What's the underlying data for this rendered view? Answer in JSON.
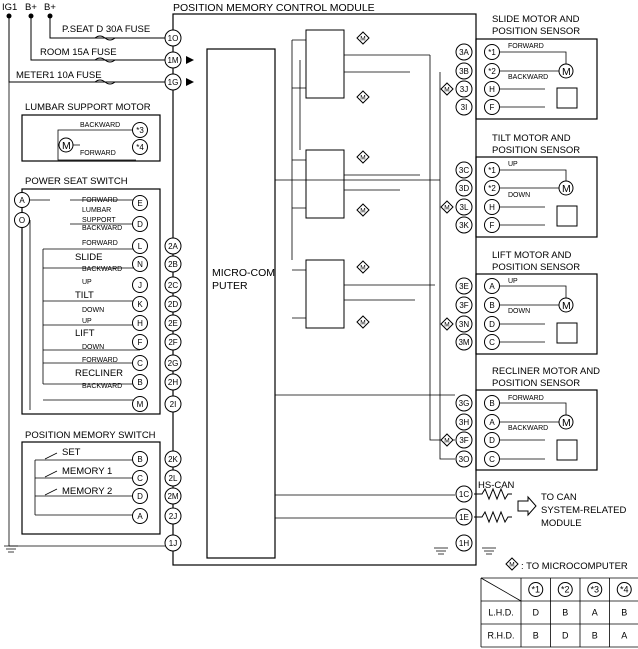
{
  "control_module": {
    "title": "POSITION MEMORY CONTROL MODULE",
    "microcomputer_lines": [
      "MICRO-COM",
      "PUTER"
    ]
  },
  "supply": {
    "ig1": "IG1",
    "b1": "B+",
    "b2": "B+",
    "fuse_pseat": "P.SEAT D 30A FUSE",
    "fuse_room": "ROOM 15A FUSE",
    "fuse_meter": "METER1 10A FUSE"
  },
  "lumbar_motor": {
    "title": "LUMBAR SUPPORT MOTOR",
    "backward": "BACKWARD",
    "forward": "FORWARD"
  },
  "power_seat_switch": {
    "title": "POWER SEAT SWITCH",
    "lumbar_forward": "FORWARD",
    "lumbar": "LUMBAR",
    "support": "SUPPORT",
    "lumbar_backward": "BACKWARD",
    "slide_forward": "FORWARD",
    "slide": "SLIDE",
    "slide_backward": "BACKWARD",
    "tilt_up": "UP",
    "tilt": "TILT",
    "tilt_down": "DOWN",
    "lift_up": "UP",
    "lift": "LIFT",
    "lift_down": "DOWN",
    "recliner_forward": "FORWARD",
    "recliner": "RECLINER",
    "recliner_backward": "BACKWARD"
  },
  "memory_switch": {
    "title": "POSITION MEMORY SWITCH",
    "set": "SET",
    "memory1": "MEMORY 1",
    "memory2": "MEMORY 2"
  },
  "motors": {
    "slide": {
      "title1": "SLIDE MOTOR AND",
      "title2": "POSITION SENSOR",
      "dir1": "FORWARD",
      "dir2": "BACKWARD"
    },
    "tilt": {
      "title1": "TILT MOTOR AND",
      "title2": "POSITION SENSOR",
      "dir1": "UP",
      "dir2": "DOWN"
    },
    "lift": {
      "title1": "LIFT MOTOR AND",
      "title2": "POSITION SENSOR",
      "dir1": "UP",
      "dir2": "DOWN"
    },
    "recliner": {
      "title1": "RECLINER MOTOR AND",
      "title2": "POSITION SENSOR",
      "dir1": "FORWARD",
      "dir2": "BACKWARD"
    }
  },
  "can": {
    "label": "HS-CAN",
    "target_lines": [
      "TO CAN",
      "SYSTEM-RELATED",
      "MODULE"
    ]
  },
  "symbols": {
    "motor": "M",
    "micro": "M"
  },
  "legend": {
    "micro_text": ": TO MICROCOMPUTER"
  },
  "pins": {
    "module_left": [
      "1O",
      "1M",
      "1G",
      "2A",
      "2B",
      "2C",
      "2D",
      "2E",
      "2F",
      "2G",
      "2H",
      "2I",
      "2K",
      "2L",
      "2M",
      "2J",
      "1J"
    ],
    "module_right": [
      "3A",
      "3B",
      "3J",
      "3I",
      "3C",
      "3D",
      "3L",
      "3K",
      "3E",
      "3F",
      "3N",
      "3M",
      "3G",
      "3H",
      "3F",
      "3O",
      "1C",
      "1E",
      "1H"
    ],
    "lumbar": [
      "*3",
      "*4"
    ],
    "seat_switch_left": [
      "A",
      "O"
    ],
    "seat_switch_right": [
      "E",
      "D",
      "L",
      "N",
      "J",
      "K",
      "H",
      "F",
      "C",
      "B",
      "M"
    ],
    "memory_switch": [
      "B",
      "C",
      "D",
      "A"
    ],
    "slide_motor": [
      "*1",
      "*2",
      "H",
      "F"
    ],
    "tilt_motor": [
      "*1",
      "*2",
      "H",
      "F"
    ],
    "lift_motor": [
      "A",
      "B",
      "D",
      "C"
    ],
    "recliner_motor": [
      "B",
      "A",
      "D",
      "C"
    ]
  },
  "variant_table": {
    "headers": [
      "*1",
      "*2",
      "*3",
      "*4"
    ],
    "rows": [
      {
        "label": "L.H.D.",
        "values": [
          "D",
          "B",
          "A",
          "B"
        ]
      },
      {
        "label": "R.H.D.",
        "values": [
          "B",
          "D",
          "B",
          "A"
        ]
      }
    ]
  }
}
